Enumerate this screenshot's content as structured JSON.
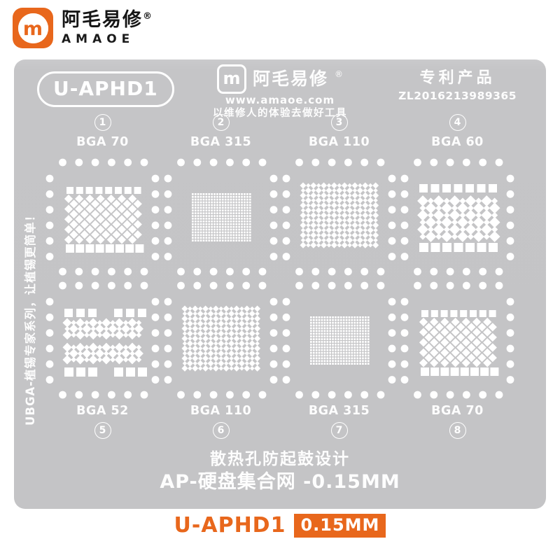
{
  "brand": {
    "name_cn": "阿毛易修",
    "reg": "®",
    "name_en": "AMAOE",
    "logo_color": "#e8671c"
  },
  "plate": {
    "model": "U-APHD1",
    "plate_color": "#c4c4c6",
    "hole_color": "#ffffff",
    "logo": {
      "icon": "m",
      "name_cn": "阿毛易修",
      "reg": "®",
      "url": "www.amaoe.com",
      "slogan": "以维修人的体验去做好工具"
    },
    "patent": {
      "title": "专利产品",
      "number": "ZL2016213989365"
    },
    "side_note": "UBGA-植锡专家系列，让植锡更简单！",
    "cells": [
      {
        "num": "1",
        "label": "BGA 70",
        "pattern": "frame"
      },
      {
        "num": "2",
        "label": "BGA 315",
        "pattern": "dense"
      },
      {
        "num": "3",
        "label": "BGA 110",
        "pattern": "checker"
      },
      {
        "num": "4",
        "label": "BGA 60",
        "pattern": "framelg"
      },
      {
        "num": "5",
        "label": "BGA 52",
        "pattern": "split"
      },
      {
        "num": "6",
        "label": "BGA 110",
        "pattern": "checker"
      },
      {
        "num": "7",
        "label": "BGA 315",
        "pattern": "dense"
      },
      {
        "num": "8",
        "label": "BGA 70",
        "pattern": "frame"
      }
    ],
    "footer_line1": "散热孔防起鼓设计",
    "footer_line2": "AP-硬盘集合网 -0.15MM"
  },
  "caption": {
    "model": "U-APHD1",
    "thickness": "0.15MM",
    "accent": "#e8671c"
  }
}
